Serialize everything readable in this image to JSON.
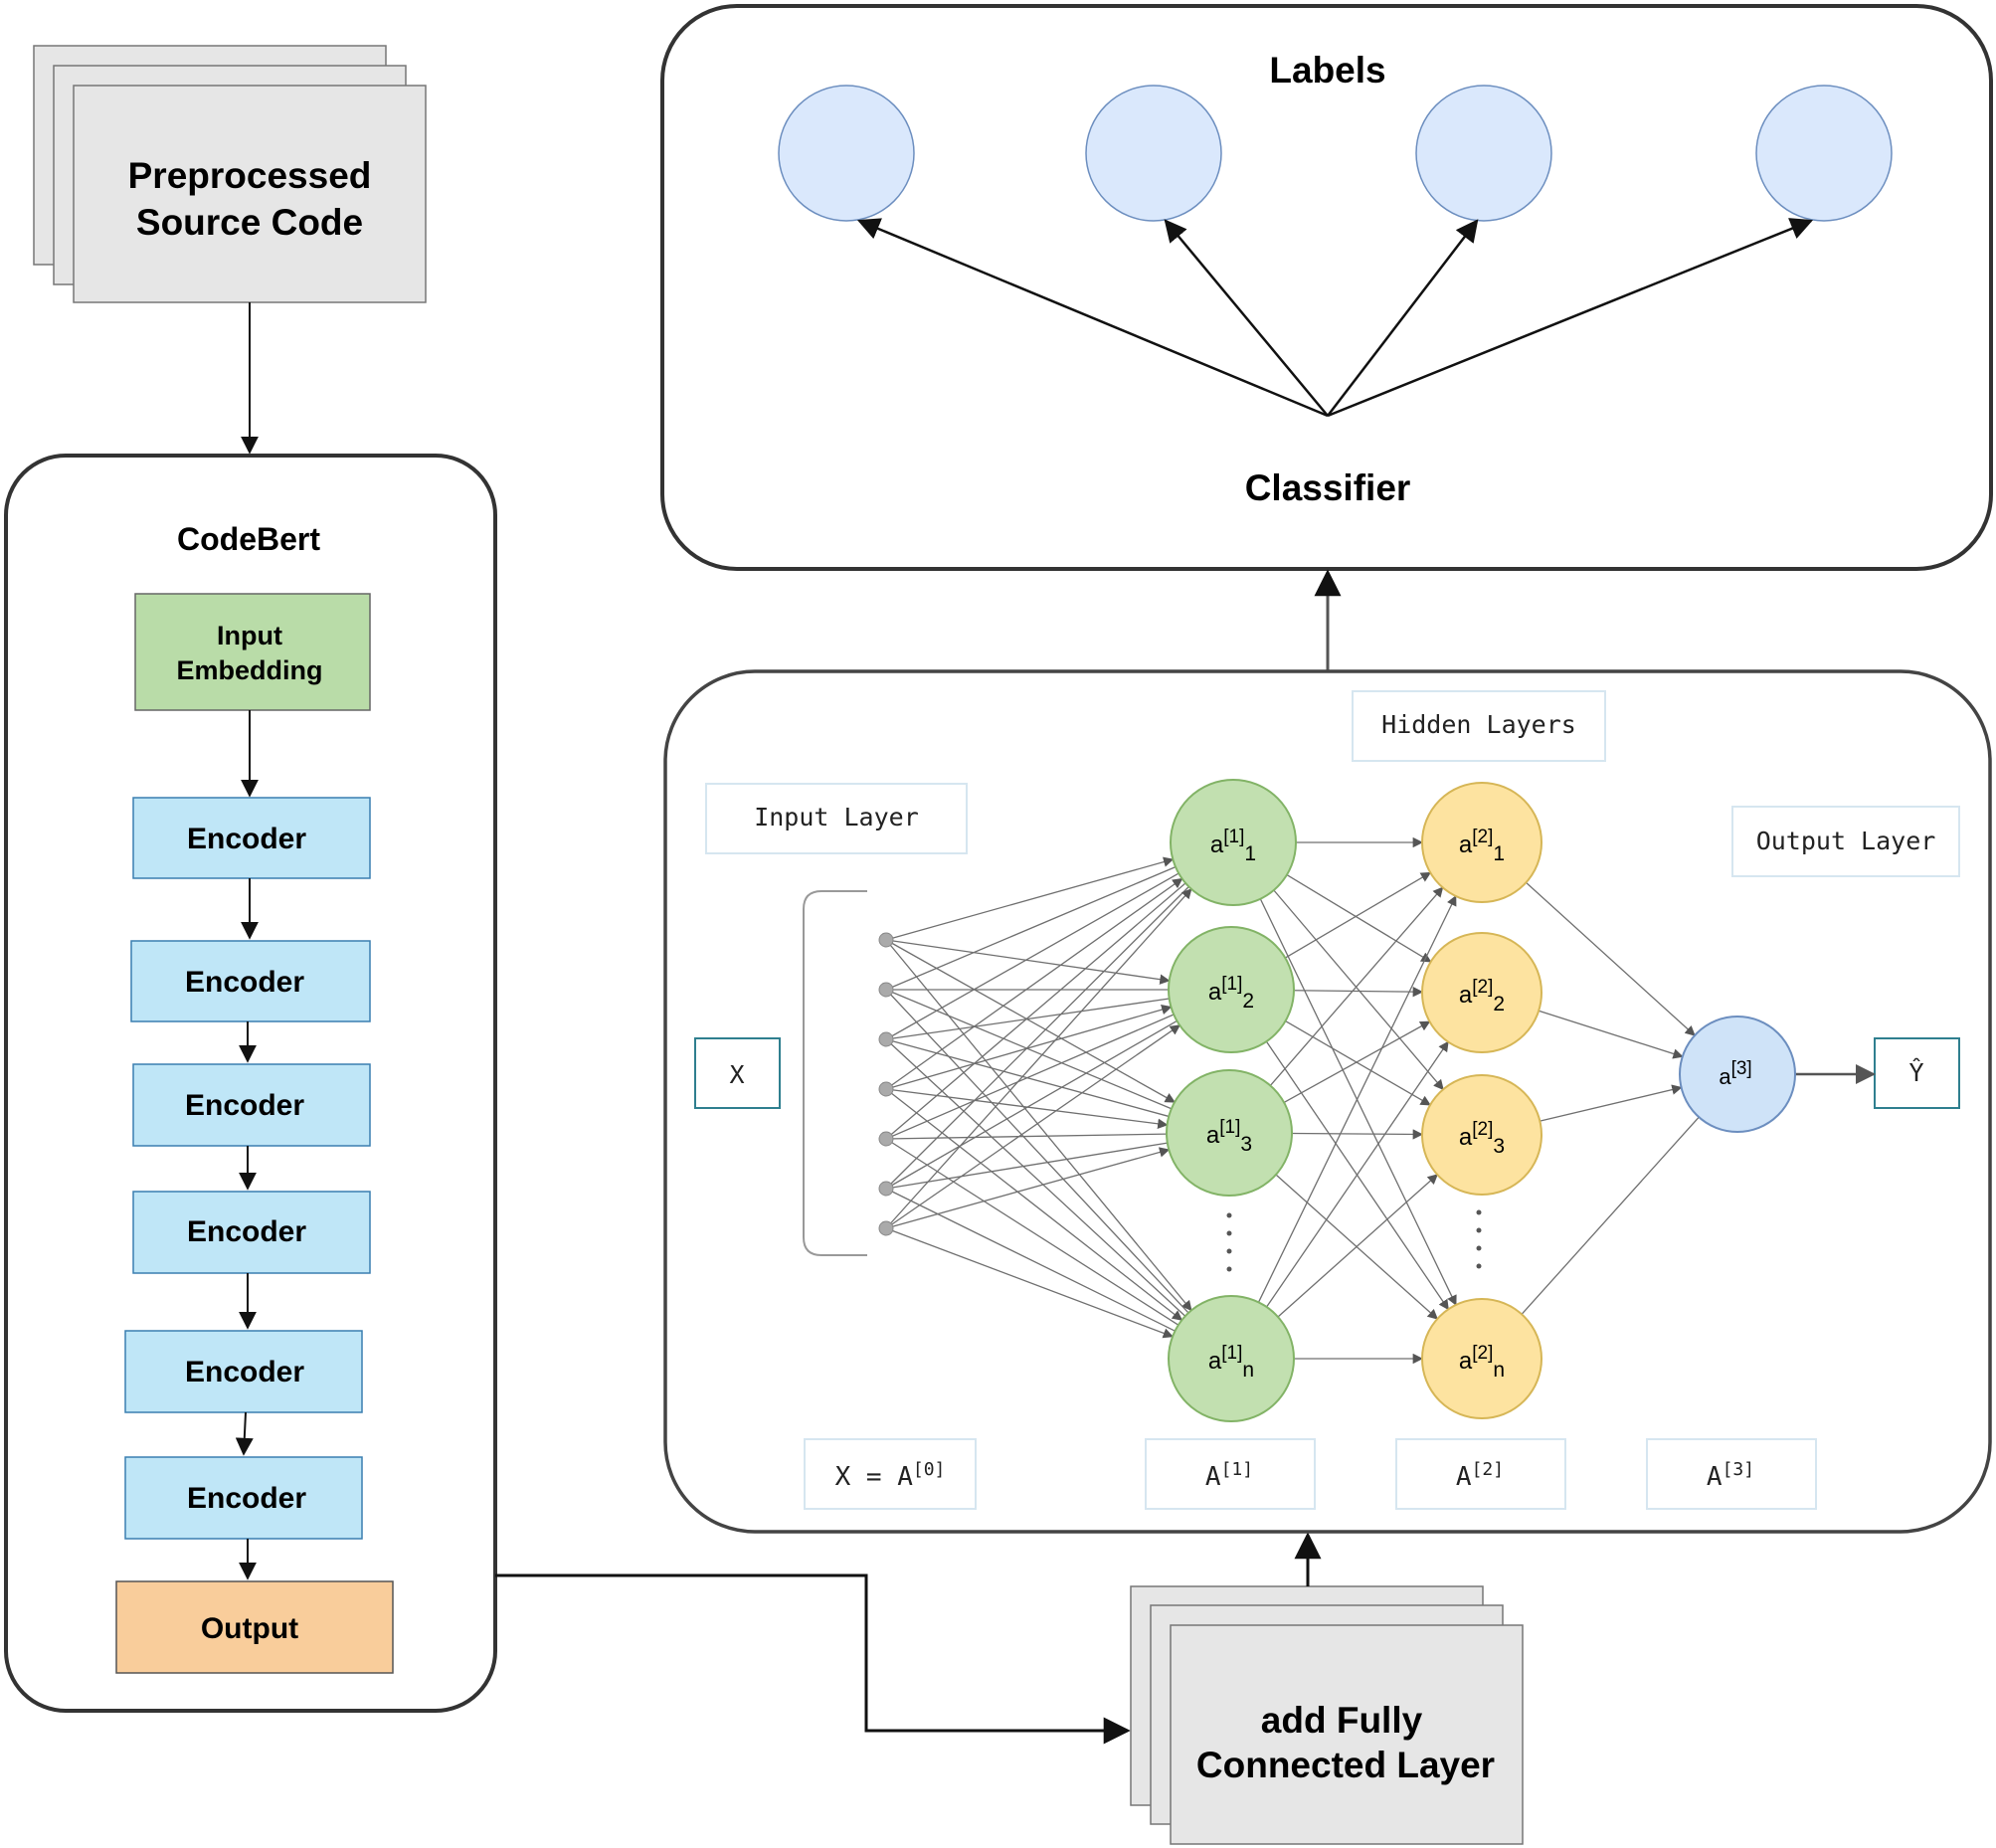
{
  "source_block": {
    "title_line1": "Preprocessed",
    "title_line2": "Source Code"
  },
  "codebert": {
    "title": "CodeBert",
    "input_embedding_line1": "Input",
    "input_embedding_line2": "Embedding",
    "encoders": [
      "Encoder",
      "Encoder",
      "Encoder",
      "Encoder",
      "Encoder",
      "Encoder"
    ],
    "output": "Output"
  },
  "fc_block": {
    "title_line1": "add Fully",
    "title_line2": "Connected Layer"
  },
  "classifier_block": {
    "labels_title": "Labels",
    "classifier_title": "Classifier"
  },
  "network": {
    "hidden_layers_label": "Hidden Layers",
    "input_layer_label": "Input Layer",
    "output_layer_label": "Output Layer",
    "x_label": "X",
    "yhat_label": "Ŷ",
    "layer1_nodes": [
      {
        "base": "a",
        "sup": "[1]",
        "sub": "1"
      },
      {
        "base": "a",
        "sup": "[1]",
        "sub": "2"
      },
      {
        "base": "a",
        "sup": "[1]",
        "sub": "3"
      },
      {
        "base": "a",
        "sup": "[1]",
        "sub": "n"
      }
    ],
    "layer2_nodes": [
      {
        "base": "a",
        "sup": "[2]",
        "sub": "1"
      },
      {
        "base": "a",
        "sup": "[2]",
        "sub": "2"
      },
      {
        "base": "a",
        "sup": "[2]",
        "sub": "3"
      },
      {
        "base": "a",
        "sup": "[2]",
        "sub": "n"
      }
    ],
    "output_node": {
      "base": "a",
      "sup": "[3]"
    },
    "bottom_labels": [
      {
        "base": "X = A",
        "sup": "[0]"
      },
      {
        "base": "A",
        "sup": "[1]"
      },
      {
        "base": "A",
        "sup": "[2]"
      },
      {
        "base": "A",
        "sup": "[3]"
      }
    ]
  },
  "colors": {
    "stack_fill": "#e6e6e6",
    "embedding_fill": "#b9dca8",
    "encoder_fill": "#bfe6f7",
    "output_fill": "#f9cd9b",
    "label_circle_fill": "#dae8fc",
    "label_circle_stroke": "#6c8ebf",
    "layer1_fill": "#c2e0b0",
    "layer1_stroke": "#82b366",
    "layer2_fill": "#fde3a0",
    "layer2_stroke": "#d6b656",
    "output_node_fill": "#cfe3f8",
    "output_node_stroke": "#6c8ebf"
  }
}
